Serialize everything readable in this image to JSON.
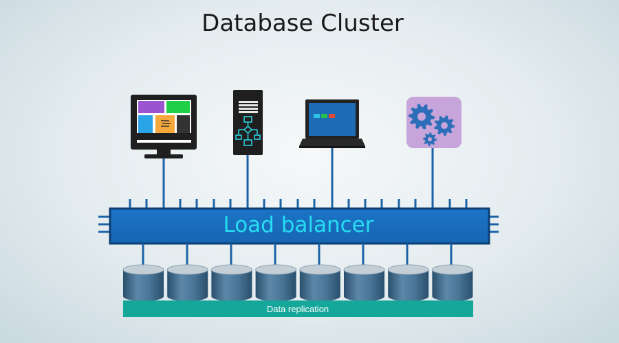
{
  "title": "Database Cluster",
  "load_balancer": {
    "label": "Load balancer"
  },
  "replication": {
    "label": "Data replication"
  },
  "clients": [
    {
      "icon": "desktop-monitor-icon"
    },
    {
      "icon": "server-tower-icon"
    },
    {
      "icon": "laptop-icon"
    },
    {
      "icon": "gears-icon"
    }
  ],
  "database_count": 8,
  "colors": {
    "load_balancer": "#1a73c4",
    "load_balancer_border": "#0c3f75",
    "label": "#26dcf2",
    "connector": "#1a63a6",
    "database": "#3d6a8c",
    "replication_bar": "#15a79a"
  }
}
